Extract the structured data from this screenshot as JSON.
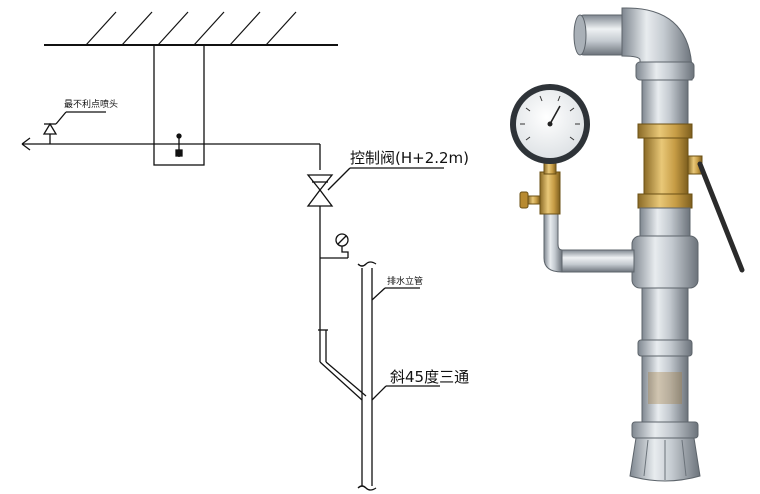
{
  "diagram": {
    "labels": {
      "sprinkler": "最不利点喷头",
      "valve": "控制阀(H+2.2m)",
      "drain_pipe": "排水立管",
      "tee": "斜45度三通"
    }
  },
  "photo": {
    "items": [
      "pressure-gauge",
      "brass-ball-valve",
      "galvanized-pipe",
      "elbow",
      "outlet-coupling"
    ]
  }
}
